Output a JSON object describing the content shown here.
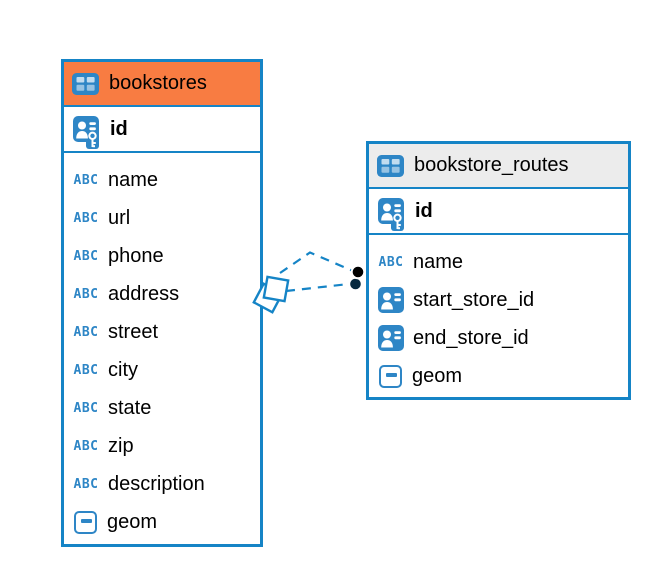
{
  "diagram": {
    "background": "#FFFFFF",
    "accent_blue": "#1584C6",
    "icon_blue": "#2E86C6",
    "bookstores_header_color": "#F87C42",
    "routes_header_color": "#ECECEC",
    "link_style": "dashed"
  },
  "icons": {
    "text_type_label": "ABC"
  },
  "tables": [
    {
      "name": "bookstores",
      "primary_key": {
        "name": "id"
      },
      "fields": [
        {
          "name": "name",
          "type": "text"
        },
        {
          "name": "url",
          "type": "text"
        },
        {
          "name": "phone",
          "type": "text"
        },
        {
          "name": "address",
          "type": "text"
        },
        {
          "name": "street",
          "type": "text"
        },
        {
          "name": "city",
          "type": "text"
        },
        {
          "name": "state",
          "type": "text"
        },
        {
          "name": "zip",
          "type": "text"
        },
        {
          "name": "description",
          "type": "text"
        },
        {
          "name": "geom",
          "type": "geometry"
        }
      ]
    },
    {
      "name": "bookstore_routes",
      "primary_key": {
        "name": "id"
      },
      "fields": [
        {
          "name": "name",
          "type": "text"
        },
        {
          "name": "start_store_id",
          "type": "reference"
        },
        {
          "name": "end_store_id",
          "type": "reference"
        },
        {
          "name": "geom",
          "type": "geometry"
        }
      ]
    }
  ],
  "relationships": {
    "color": "#1584C6",
    "links": [
      {
        "from": "bookstores",
        "to": "bookstore_routes",
        "from_marker": "overlapping-squares",
        "to_marker": "dot"
      },
      {
        "from": "bookstores",
        "to": "bookstore_routes",
        "from_marker": "overlapping-squares",
        "to_marker": "dot"
      }
    ]
  }
}
